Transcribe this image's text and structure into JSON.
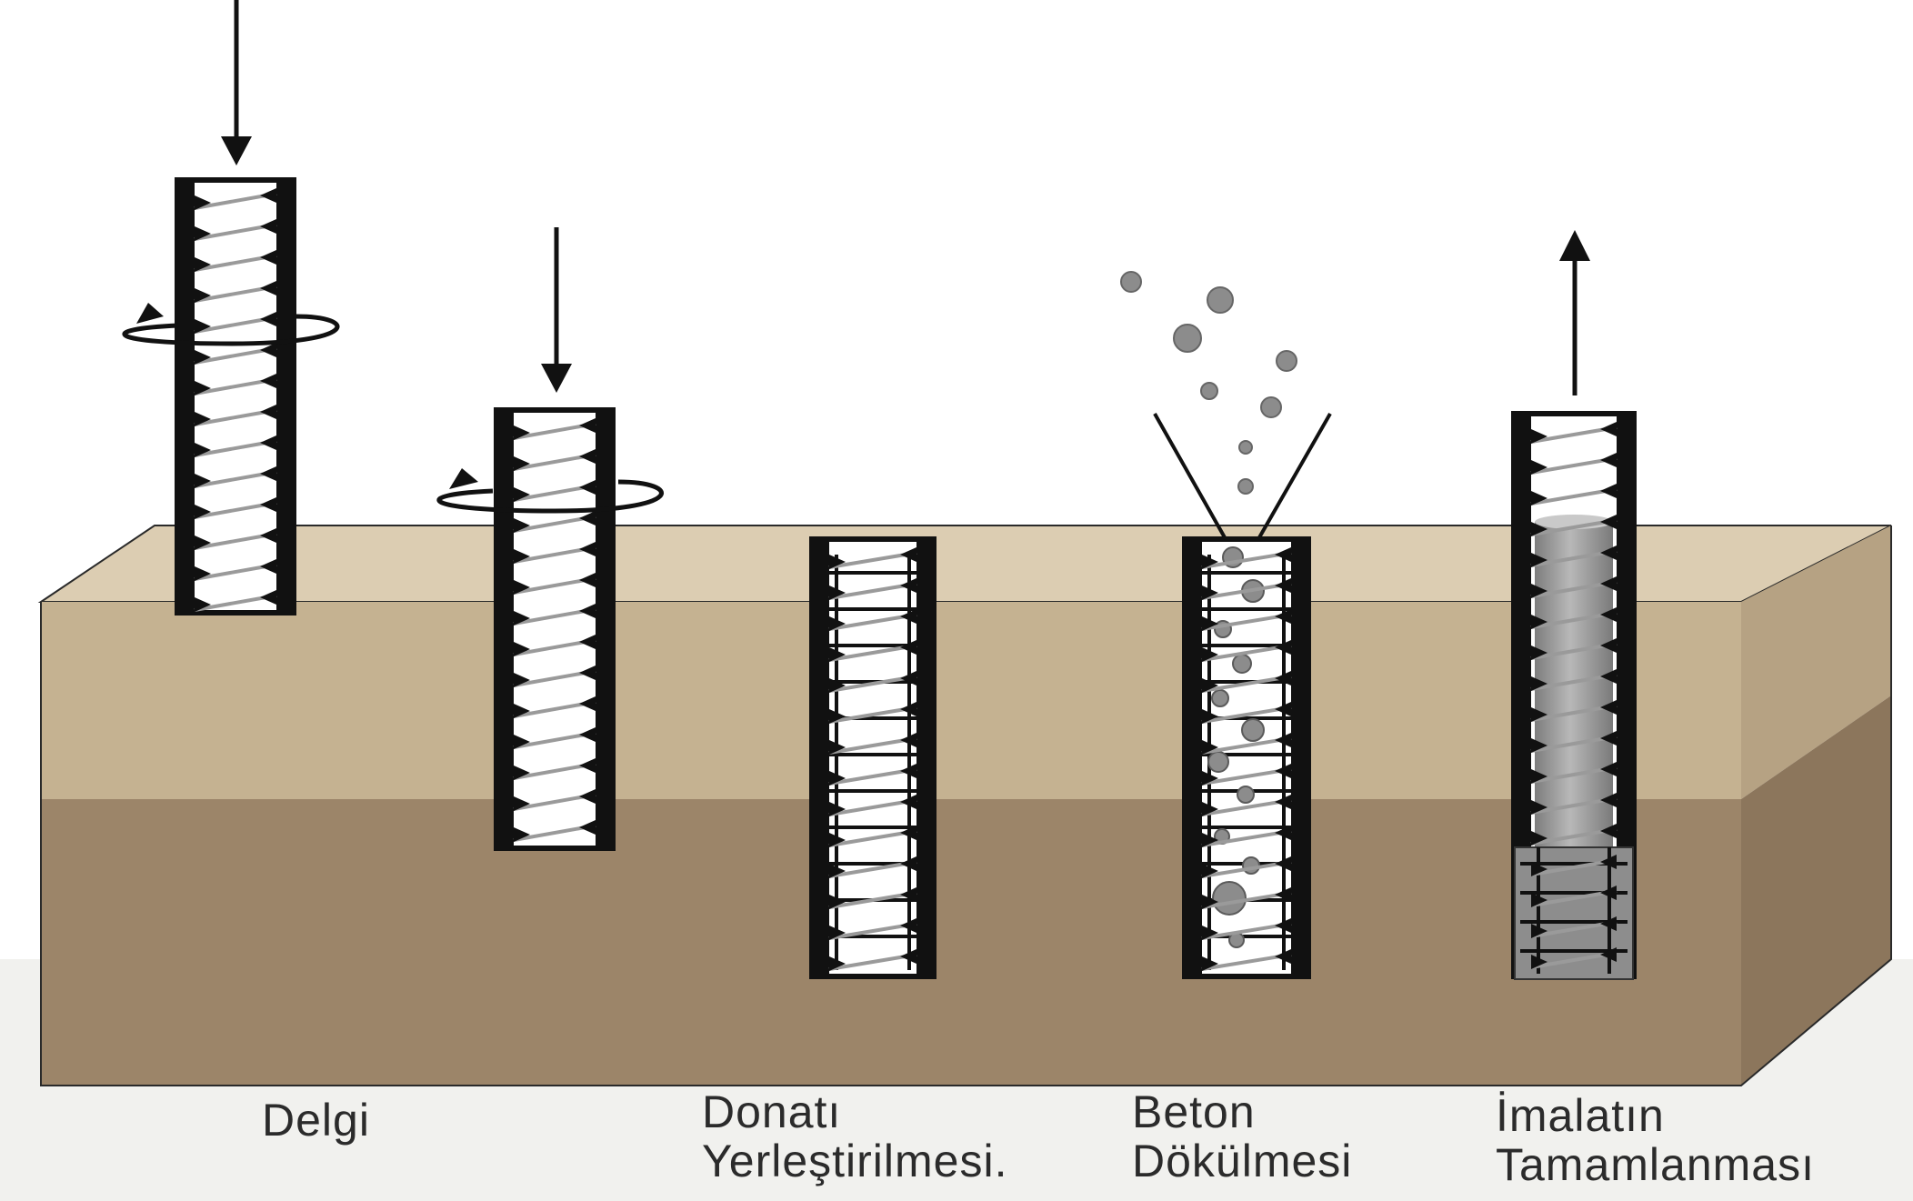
{
  "diagram": {
    "steps": [
      {
        "id": "delgi",
        "lines": [
          "Delgi"
        ]
      },
      {
        "id": "donati",
        "lines": [
          "Donatı",
          "Yerleştirilmesi."
        ]
      },
      {
        "id": "beton",
        "lines": [
          "Beton",
          "Dökülmesi"
        ]
      },
      {
        "id": "imalat",
        "lines": [
          "İmalatın",
          "Tamamlanması"
        ]
      }
    ],
    "colors": {
      "ground_top": "#dccdb2",
      "ground_upper": "#c5b291",
      "ground_upper_side": "#b6a283",
      "ground_lower": "#9c8569",
      "ground_lower_side": "#8c765c",
      "auger_frame": "#111111",
      "auger_core": "#ffffff",
      "concrete": "#9a9a9a",
      "text": "#2b2b2b"
    },
    "icons": [
      "down-arrow-icon",
      "rotation-arrow-icon",
      "up-arrow-icon",
      "concrete-drop-icon"
    ]
  }
}
